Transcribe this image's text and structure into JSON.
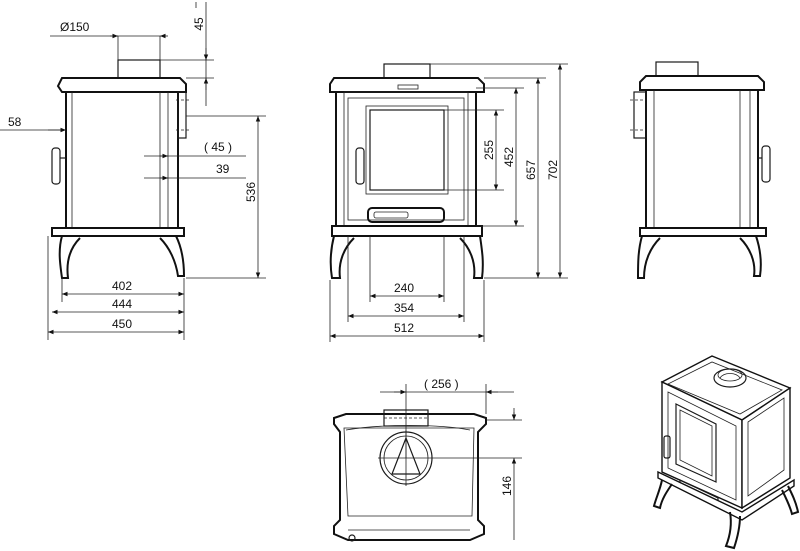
{
  "dimensions": {
    "flue_diameter": "Ø150",
    "side_top_offset": "45",
    "side_offset": "58",
    "side_inner_offset_1": "( 45 )",
    "side_inner_offset_2": "39",
    "side_height": "536",
    "side_width_402": "402",
    "side_width_444": "444",
    "side_width_450": "450",
    "front_255": "255",
    "front_452": "452",
    "front_657": "657",
    "front_702": "702",
    "front_240": "240",
    "front_354": "354",
    "front_512": "512",
    "top_256": "( 256 )",
    "top_146": "146"
  }
}
